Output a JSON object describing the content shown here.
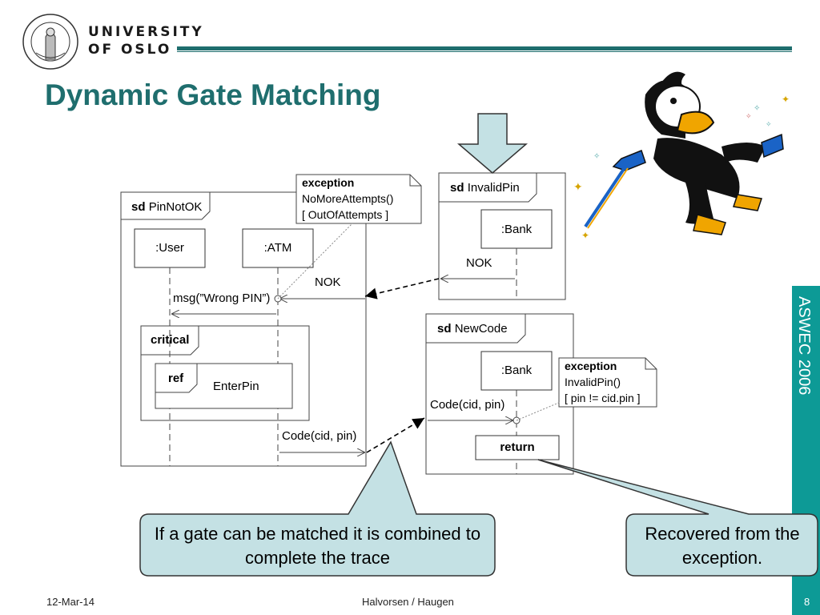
{
  "header": {
    "university_line1": "UNIVERSITY",
    "university_line2": "OF OSLO",
    "title": "Dynamic Gate Matching"
  },
  "sidebar": {
    "conference": "ASWEC 2006",
    "color": "#0d9a96"
  },
  "footer": {
    "date": "12-Mar-14",
    "authors": "Halvorsen / Haugen",
    "page": "8"
  },
  "diagram": {
    "pinnotok": {
      "keyword": "sd",
      "name": "PinNotOK",
      "user": ":User",
      "atm": ":ATM",
      "nok": "NOK",
      "msg": "msg(”Wrong PIN”)",
      "critical": "critical",
      "ref": "ref",
      "enterpin": "EnterPin",
      "code": "Code(cid, pin)"
    },
    "invalidpin": {
      "keyword": "sd",
      "name": "InvalidPin",
      "bank": ":Bank",
      "nok": "NOK"
    },
    "newcode": {
      "keyword": "sd",
      "name": "NewCode",
      "bank": ":Bank",
      "code": "Code(cid, pin)",
      "return": "return"
    },
    "note1": {
      "keyword": "exception",
      "line1": "NoMoreAttempts()",
      "line2": "[ OutOfAttempts ]"
    },
    "note2": {
      "keyword": "exception",
      "line1": "InvalidPin()",
      "line2": "[ pin != cid.pin ]"
    }
  },
  "callouts": {
    "left": "If a gate can be matched it is combined to complete the trace",
    "right": "Recovered from the exception.",
    "fill": "#c4e1e4"
  }
}
